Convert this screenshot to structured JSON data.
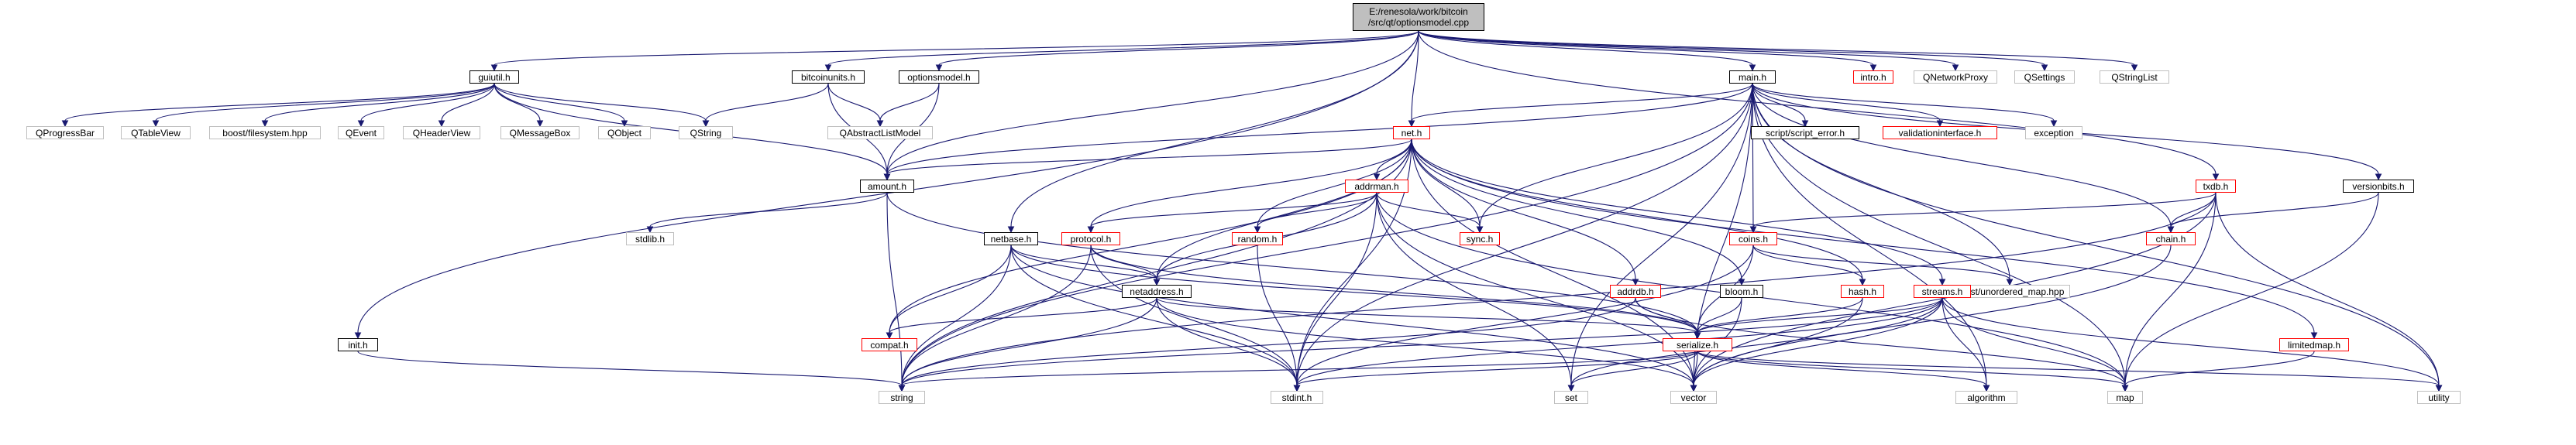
{
  "diagram": {
    "edge_color": "#191970",
    "node_styles": {
      "root_fill": "#bfbfbf",
      "project_border": "#000000",
      "truncated_border": "#ff0000",
      "external_border": "#bfbfbf"
    },
    "nodes": [
      {
        "id": "root",
        "label": "E:/renesola/work/bitcoin\n/src/qt/optionsmodel.cpp",
        "style": "root"
      },
      {
        "id": "guiutil",
        "label": "guiutil.h",
        "style": "project"
      },
      {
        "id": "bitcoinunits",
        "label": "bitcoinunits.h",
        "style": "project"
      },
      {
        "id": "optionsmodel",
        "label": "optionsmodel.h",
        "style": "project"
      },
      {
        "id": "main",
        "label": "main.h",
        "style": "project"
      },
      {
        "id": "intro",
        "label": "intro.h",
        "style": "truncated"
      },
      {
        "id": "qnetworkproxy",
        "label": "QNetworkProxy",
        "style": "external"
      },
      {
        "id": "qsettings",
        "label": "QSettings",
        "style": "external"
      },
      {
        "id": "qstringlist",
        "label": "QStringList",
        "style": "external"
      },
      {
        "id": "qprogressbar",
        "label": "QProgressBar",
        "style": "external"
      },
      {
        "id": "qtableview",
        "label": "QTableView",
        "style": "external"
      },
      {
        "id": "boostfs",
        "label": "boost/filesystem.hpp",
        "style": "external"
      },
      {
        "id": "qevent",
        "label": "QEvent",
        "style": "external"
      },
      {
        "id": "qheaderview",
        "label": "QHeaderView",
        "style": "external"
      },
      {
        "id": "qmessagebox",
        "label": "QMessageBox",
        "style": "external"
      },
      {
        "id": "qobject",
        "label": "QObject",
        "style": "external"
      },
      {
        "id": "qstring",
        "label": "QString",
        "style": "external"
      },
      {
        "id": "qabstractlistmodel",
        "label": "QAbstractListModel",
        "style": "external"
      },
      {
        "id": "net",
        "label": "net.h",
        "style": "truncated"
      },
      {
        "id": "scripterror",
        "label": "script/script_error.h",
        "style": "project"
      },
      {
        "id": "validationinterface",
        "label": "validationinterface.h",
        "style": "truncated"
      },
      {
        "id": "exception",
        "label": "exception",
        "style": "external"
      },
      {
        "id": "amount",
        "label": "amount.h",
        "style": "project"
      },
      {
        "id": "addrman",
        "label": "addrman.h",
        "style": "truncated"
      },
      {
        "id": "txdb",
        "label": "txdb.h",
        "style": "truncated"
      },
      {
        "id": "versionbits",
        "label": "versionbits.h",
        "style": "project"
      },
      {
        "id": "stdlib",
        "label": "stdlib.h",
        "style": "external"
      },
      {
        "id": "netbase",
        "label": "netbase.h",
        "style": "project"
      },
      {
        "id": "protocol",
        "label": "protocol.h",
        "style": "truncated"
      },
      {
        "id": "random",
        "label": "random.h",
        "style": "truncated"
      },
      {
        "id": "sync",
        "label": "sync.h",
        "style": "truncated"
      },
      {
        "id": "coins",
        "label": "coins.h",
        "style": "truncated"
      },
      {
        "id": "chain",
        "label": "chain.h",
        "style": "truncated"
      },
      {
        "id": "boostunordered",
        "label": "boost/unordered_map.hpp",
        "style": "external"
      },
      {
        "id": "netaddress",
        "label": "netaddress.h",
        "style": "project"
      },
      {
        "id": "addrdb",
        "label": "addrdb.h",
        "style": "truncated"
      },
      {
        "id": "bloom",
        "label": "bloom.h",
        "style": "project"
      },
      {
        "id": "hash",
        "label": "hash.h",
        "style": "truncated"
      },
      {
        "id": "streams",
        "label": "streams.h",
        "style": "truncated"
      },
      {
        "id": "compat",
        "label": "compat.h",
        "style": "truncated"
      },
      {
        "id": "serialize",
        "label": "serialize.h",
        "style": "truncated"
      },
      {
        "id": "limitedmap",
        "label": "limitedmap.h",
        "style": "truncated"
      },
      {
        "id": "init",
        "label": "init.h",
        "style": "project"
      },
      {
        "id": "string",
        "label": "string",
        "style": "external"
      },
      {
        "id": "stdint",
        "label": "stdint.h",
        "style": "external"
      },
      {
        "id": "set",
        "label": "set",
        "style": "external"
      },
      {
        "id": "vector",
        "label": "vector",
        "style": "external"
      },
      {
        "id": "algorithm",
        "label": "algorithm",
        "style": "external"
      },
      {
        "id": "map",
        "label": "map",
        "style": "external"
      },
      {
        "id": "utility",
        "label": "utility",
        "style": "external"
      }
    ],
    "edges": [
      [
        "root",
        "guiutil"
      ],
      [
        "root",
        "bitcoinunits"
      ],
      [
        "root",
        "optionsmodel"
      ],
      [
        "root",
        "main"
      ],
      [
        "root",
        "intro"
      ],
      [
        "root",
        "qnetworkproxy"
      ],
      [
        "root",
        "qsettings"
      ],
      [
        "root",
        "qstringlist"
      ],
      [
        "root",
        "net"
      ],
      [
        "root",
        "netbase"
      ],
      [
        "root",
        "amount"
      ],
      [
        "root",
        "init"
      ],
      [
        "root",
        "txdb"
      ],
      [
        "guiutil",
        "qprogressbar"
      ],
      [
        "guiutil",
        "qtableview"
      ],
      [
        "guiutil",
        "boostfs"
      ],
      [
        "guiutil",
        "qevent"
      ],
      [
        "guiutil",
        "qheaderview"
      ],
      [
        "guiutil",
        "qmessagebox"
      ],
      [
        "guiutil",
        "qobject"
      ],
      [
        "guiutil",
        "qstring"
      ],
      [
        "guiutil",
        "amount"
      ],
      [
        "bitcoinunits",
        "qstring"
      ],
      [
        "bitcoinunits",
        "amount"
      ],
      [
        "bitcoinunits",
        "qabstractlistmodel"
      ],
      [
        "optionsmodel",
        "qabstractlistmodel"
      ],
      [
        "optionsmodel",
        "amount"
      ],
      [
        "main",
        "net"
      ],
      [
        "main",
        "scripterror"
      ],
      [
        "main",
        "validationinterface"
      ],
      [
        "main",
        "exception"
      ],
      [
        "main",
        "amount"
      ],
      [
        "main",
        "coins"
      ],
      [
        "main",
        "chain"
      ],
      [
        "main",
        "sync"
      ],
      [
        "main",
        "versionbits"
      ],
      [
        "main",
        "boostunordered"
      ],
      [
        "main",
        "set"
      ],
      [
        "main",
        "stdint"
      ],
      [
        "main",
        "vector"
      ],
      [
        "main",
        "string"
      ],
      [
        "main",
        "map"
      ],
      [
        "main",
        "algorithm"
      ],
      [
        "main",
        "utility"
      ],
      [
        "net",
        "amount"
      ],
      [
        "net",
        "addrman"
      ],
      [
        "net",
        "bloom"
      ],
      [
        "net",
        "compat"
      ],
      [
        "net",
        "netaddress"
      ],
      [
        "net",
        "protocol"
      ],
      [
        "net",
        "random"
      ],
      [
        "net",
        "streams"
      ],
      [
        "net",
        "sync"
      ],
      [
        "net",
        "hash"
      ],
      [
        "net",
        "limitedmap"
      ],
      [
        "net",
        "addrdb"
      ],
      [
        "net",
        "stdint"
      ],
      [
        "net",
        "string"
      ],
      [
        "net",
        "vector"
      ],
      [
        "amount",
        "stdlib"
      ],
      [
        "amount",
        "string"
      ],
      [
        "amount",
        "serialize"
      ],
      [
        "addrman",
        "netaddress"
      ],
      [
        "addrman",
        "protocol"
      ],
      [
        "addrman",
        "random"
      ],
      [
        "addrman",
        "sync"
      ],
      [
        "addrman",
        "stdint"
      ],
      [
        "addrman",
        "set"
      ],
      [
        "addrman",
        "vector"
      ],
      [
        "addrman",
        "map"
      ],
      [
        "txdb",
        "coins"
      ],
      [
        "txdb",
        "chain"
      ],
      [
        "txdb",
        "map"
      ],
      [
        "txdb",
        "vector"
      ],
      [
        "txdb",
        "utility"
      ],
      [
        "txdb",
        "string"
      ],
      [
        "versionbits",
        "chain"
      ],
      [
        "versionbits",
        "map"
      ],
      [
        "netbase",
        "compat"
      ],
      [
        "netbase",
        "netaddress"
      ],
      [
        "netbase",
        "serialize"
      ],
      [
        "netbase",
        "string"
      ],
      [
        "netbase",
        "stdint"
      ],
      [
        "netbase",
        "vector"
      ],
      [
        "protocol",
        "netaddress"
      ],
      [
        "protocol",
        "serialize"
      ],
      [
        "protocol",
        "string"
      ],
      [
        "protocol",
        "stdint"
      ],
      [
        "random",
        "stdint"
      ],
      [
        "coins",
        "serialize"
      ],
      [
        "coins",
        "boostunordered"
      ],
      [
        "coins",
        "hash"
      ],
      [
        "coins",
        "stdint"
      ],
      [
        "chain",
        "vector"
      ],
      [
        "netaddress",
        "compat"
      ],
      [
        "netaddress",
        "serialize"
      ],
      [
        "netaddress",
        "string"
      ],
      [
        "netaddress",
        "stdint"
      ],
      [
        "netaddress",
        "vector"
      ],
      [
        "addrdb",
        "serialize"
      ],
      [
        "addrdb",
        "string"
      ],
      [
        "addrdb",
        "map"
      ],
      [
        "bloom",
        "serialize"
      ],
      [
        "bloom",
        "vector"
      ],
      [
        "hash",
        "serialize"
      ],
      [
        "hash",
        "vector"
      ],
      [
        "streams",
        "serialize"
      ],
      [
        "streams",
        "algorithm"
      ],
      [
        "streams",
        "set"
      ],
      [
        "streams",
        "stdint"
      ],
      [
        "streams",
        "string"
      ],
      [
        "streams",
        "utility"
      ],
      [
        "streams",
        "vector"
      ],
      [
        "streams",
        "map"
      ],
      [
        "serialize",
        "algorithm"
      ],
      [
        "serialize",
        "map"
      ],
      [
        "serialize",
        "set"
      ],
      [
        "serialize",
        "stdint"
      ],
      [
        "serialize",
        "string"
      ],
      [
        "serialize",
        "utility"
      ],
      [
        "serialize",
        "vector"
      ],
      [
        "limitedmap",
        "map"
      ],
      [
        "init",
        "string"
      ]
    ]
  }
}
